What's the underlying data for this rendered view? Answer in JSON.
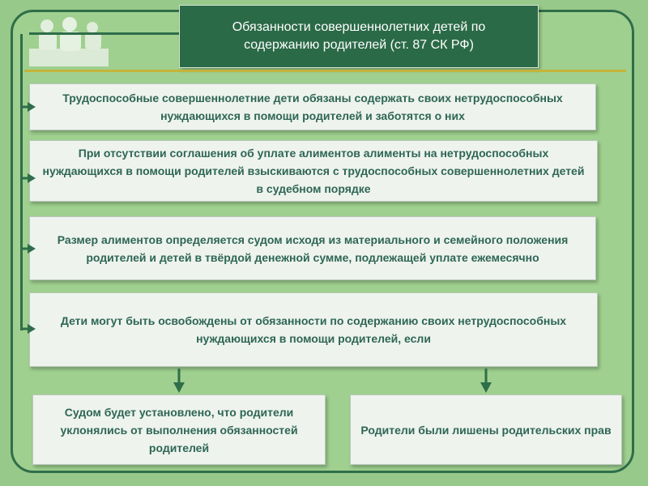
{
  "title": "Обязанности совершеннолетних детей по содержанию родителей (ст. 87 СК РФ)",
  "items": [
    "Трудоспособные совершеннолетние дети обязаны содержать своих нетрудоспособных нуждающихся в помощи родителей и заботятся о них",
    "При отсутствии соглашения об уплате алиментов алименты на нетрудоспособных нуждающихся в помощи родителей взыскиваются с трудоспособных совершеннолетних детей в судебном порядке",
    "Размер алиментов определяется судом исходя из материального и семейного положения родителей и детей в твёрдой денежной сумме, подлежащей уплате ежемесячно",
    "Дети могут быть освобождены от обязанности по содержанию своих нетрудоспособных нуждающихся в помощи родителей, если"
  ],
  "conditions": [
    "Судом будет установлено, что родители уклонялись от выполнения обязанностей родителей",
    "Родители были лишены родительских прав"
  ],
  "colors": {
    "background": "#97c98a",
    "dark_green": "#2b6a47",
    "box_fill": "#eef3ee",
    "box_text": "#2e6655",
    "accent_line": "#c4b43a"
  }
}
